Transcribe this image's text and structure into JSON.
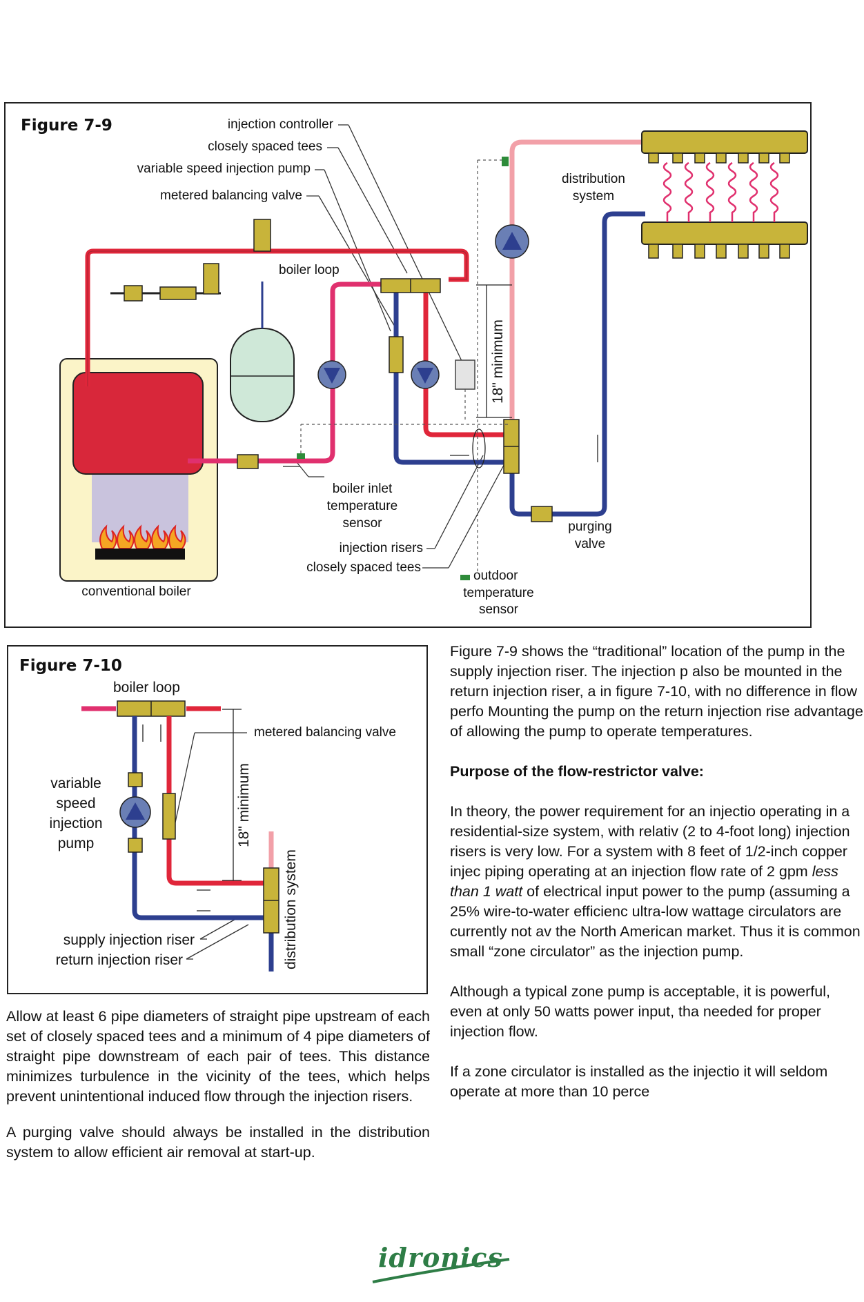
{
  "fig79": {
    "title": "Figure 7-9",
    "labels": {
      "injection_controller": "injection controller",
      "closely_spaced_tees": "closely spaced tees",
      "variable_speed_injection_pump": "variable speed injection pump",
      "metered_balancing_valve": "metered balancing valve",
      "boiler_loop": "boiler loop",
      "distribution_system_1": "distribution",
      "distribution_system_2": "system",
      "eighteen_min": "18\" minimum",
      "boiler_inlet_1": "boiler inlet",
      "boiler_inlet_2": "temperature",
      "boiler_inlet_3": "sensor",
      "injection_risers": "injection risers",
      "closely_spaced_tees_bottom": "closely spaced tees",
      "purging_valve_1": "purging",
      "purging_valve_2": "valve",
      "outdoor_1": "outdoor",
      "outdoor_2": "temperature",
      "outdoor_3": "sensor",
      "conventional_boiler": "conventional boiler"
    }
  },
  "fig710": {
    "title": "Figure 7-10",
    "labels": {
      "boiler_loop": "boiler loop",
      "metered_balancing_valve": "metered balancing valve",
      "variable": "variable",
      "speed": "speed",
      "injection": "injection",
      "pump": "pump",
      "eighteen_min": "18\" minimum",
      "distribution_system": "distribution system",
      "supply_riser": "supply injection riser",
      "return_riser": "return injection riser"
    }
  },
  "left_text": {
    "p1": "Allow at least 6 pipe diameters of straight pipe upstream of each set of closely spaced tees and a minimum of 4 pipe diameters of straight pipe downstream of each pair of tees. This distance minimizes turbulence in the vicinity of the tees, which helps prevent unintentional induced flow through the injection risers.",
    "p2": "A purging valve should always be installed in the distribution system to allow efficient air removal at start-up."
  },
  "right_text": {
    "p1": "Figure 7-9 shows the “traditional” location of the pump in the supply injection riser. The injection p also be mounted in the return injection riser, a in figure 7-10, with no difference in flow perfo Mounting the pump on the return injection rise advantage of allowing the pump to operate temperatures.",
    "heading": "Purpose of the flow-restrictor valve:",
    "p2a": "In theory, the power requirement for an injectio operating in a residential-size system, with relativ (2 to 4-foot long) injection risers is very low. For a system with 8 feet of 1/2-inch copper injec piping operating at an injection flow rate of 2 gpm",
    "p2_em": "less than 1 watt",
    "p2b": "of electrical input power to the pump (assuming a 25% wire-to-water efficienc ultra-low wattage circulators are currently not av the North American market. Thus it is common small “zone circulator” as the injection pump.",
    "p3": "Although a typical zone pump is acceptable, it is powerful, even at only 50 watts power input, tha needed for proper injection flow.",
    "p4": "If a zone circulator is installed as the injectio it will seldom operate at more than 10 perce"
  },
  "footer": {
    "logo": "idronics"
  },
  "colors": {
    "hot": "#e0263a",
    "mix": "#e0306e",
    "cold": "#2d3f8f",
    "warm_pink": "#f2a0a8",
    "brass": "#c8b43a",
    "tank": "#cfe8d8"
  }
}
